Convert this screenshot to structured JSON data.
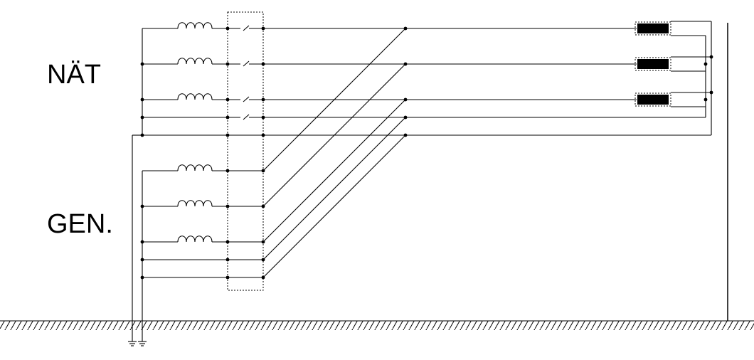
{
  "labels": {
    "net": "NÄT",
    "generator": "GEN."
  },
  "colors": {
    "wire": "#000000",
    "background": "#ffffff",
    "load": "#000000"
  },
  "phases_per_source": 3,
  "conductors_per_source": 5,
  "inductors_per_source": 3,
  "loads": 3,
  "earthing_symbols": 2
}
